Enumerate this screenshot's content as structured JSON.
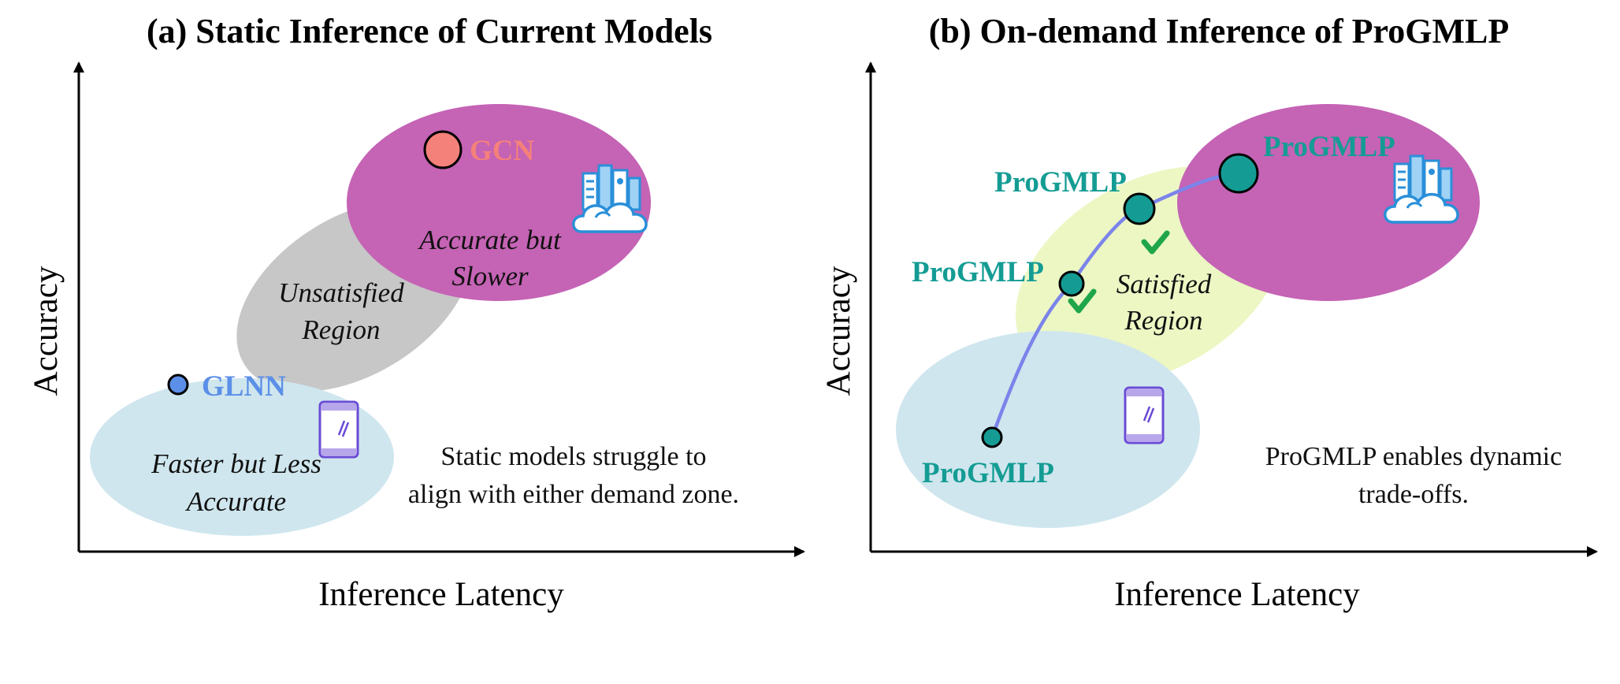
{
  "panel_a": {
    "title": "(a) Static Inference of Current Models",
    "x_axis_label": "Inference  Latency",
    "y_axis_label": "Accuracy",
    "regions": {
      "server": {
        "line1": "Accurate but",
        "line2": "Slower",
        "color": "#c563b5"
      },
      "unsatisfied": {
        "line1": "Unsatisfied",
        "line2": "Region",
        "color": "#c7c7c7"
      },
      "device": {
        "line1": "Faster but Less",
        "line2": "Accurate",
        "color": "#cfe6ee"
      }
    },
    "models": {
      "gcn": {
        "label": "GCN",
        "color": "#f4817a"
      },
      "glnn": {
        "label": "GLNN",
        "color": "#5b8fe8"
      }
    },
    "caption": {
      "line1": "Static models struggle to",
      "line2": "align with either demand zone."
    }
  },
  "panel_b": {
    "title": "(b) On-demand Inference of ProGMLP",
    "x_axis_label": "Inference  Latency",
    "y_axis_label": "Accuracy",
    "regions": {
      "server": {
        "color": "#c563b5"
      },
      "satisfied": {
        "line1": "Satisfied",
        "line2": "Region",
        "color": "#ecf7c4"
      },
      "device": {
        "color": "#cfe6ee"
      }
    },
    "models": [
      {
        "label": "ProGMLP"
      },
      {
        "label": "ProGMLP"
      },
      {
        "label": "ProGMLP"
      },
      {
        "label": "ProGMLP"
      }
    ],
    "model_color": "#149c94",
    "curve_color": "#7b84ea",
    "check_color": "#1fa64a",
    "caption": {
      "line1": "ProGMLP enables dynamic",
      "line2": "trade-offs."
    }
  },
  "icons": [
    "server-cloud-icon",
    "smartphone-icon",
    "checkmark-icon"
  ]
}
